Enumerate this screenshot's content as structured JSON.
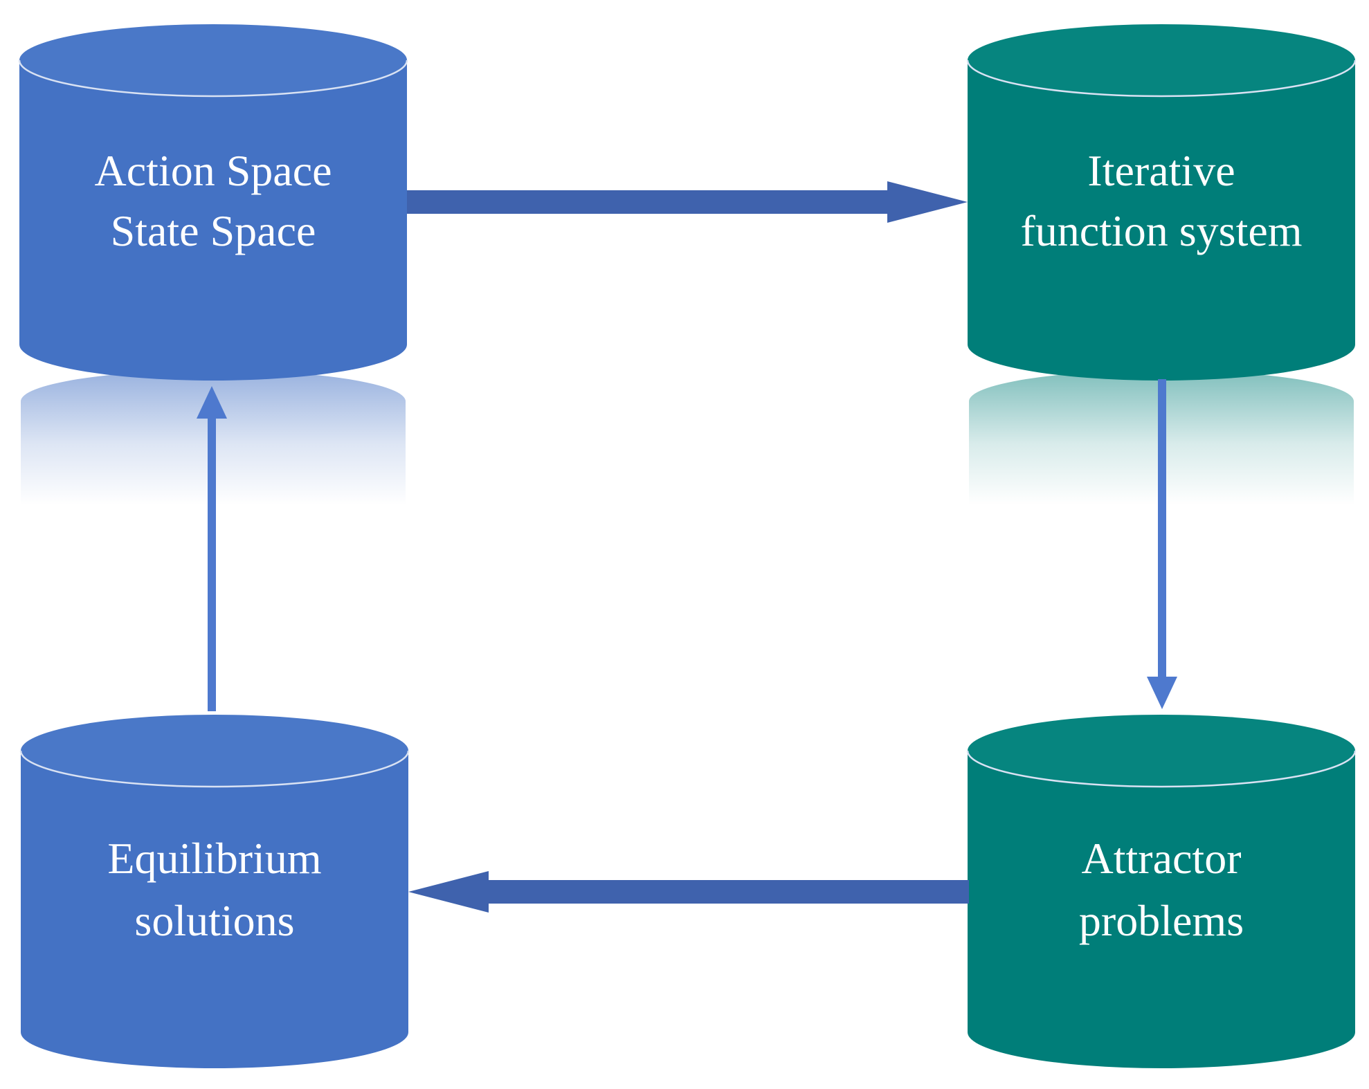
{
  "colors": {
    "blue": "#4472C4",
    "blue_top": "#4A78C8",
    "teal": "#007E79",
    "teal_top": "#06857F",
    "arrow": "#3F62AD",
    "arrow_light": "#4E79CE",
    "rim": "#D9E2F3"
  },
  "nodes": {
    "action_state": {
      "line1": "Action Space",
      "line2": "State Space"
    },
    "iterative": {
      "line1": "Iterative",
      "line2": "function system"
    },
    "equilibrium": {
      "line1": "Equilibrium",
      "line2": "solutions"
    },
    "attractor": {
      "line1": "Attractor",
      "line2": "problems"
    }
  },
  "edges": [
    {
      "from": "action_state",
      "to": "iterative"
    },
    {
      "from": "iterative",
      "to": "attractor"
    },
    {
      "from": "attractor",
      "to": "equilibrium"
    },
    {
      "from": "equilibrium",
      "to": "action_state"
    }
  ]
}
